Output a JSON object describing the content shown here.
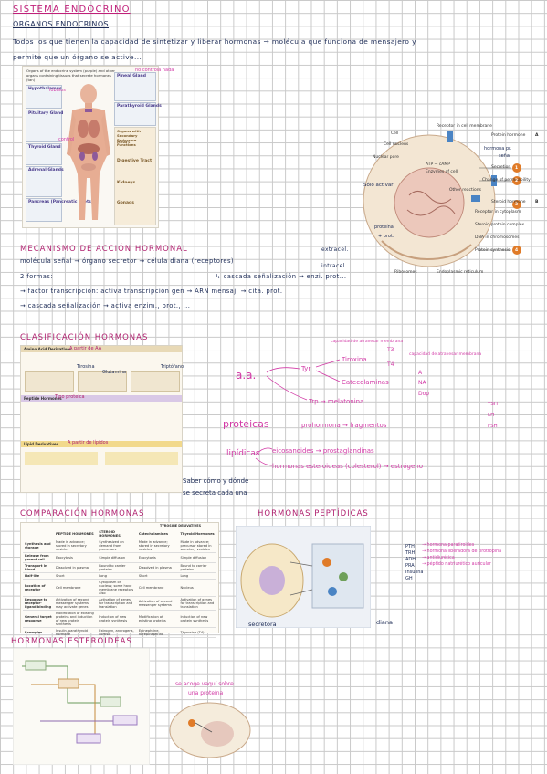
{
  "title": "SISTEMA ENDOCRINO",
  "subtitle": "ÓRGANOS ENDOCRINOS",
  "intro_line1": "Todos los que tienen la capacidad de sintetizar y liberar hormonas → molécula que funciona de mensajero y",
  "intro_line2": "permite que un órgano se active...",
  "fig1": {
    "caption": "Organs of the endocrine system (purple) and other organs containing tissues that secrete hormones (tan)",
    "right_boxes": [
      "Pineal Gland",
      "Parathyroid Glands",
      "Organs with Secondary Endocrine Functions",
      "Heart",
      "Digestive Tract",
      "Kidneys",
      "Gonads"
    ],
    "left_boxes": [
      "Hypothalamus",
      "Pituitary Gland",
      "Thyroid Gland",
      "Adrenal Glands",
      "Pancreas (Pancreatic Islets)"
    ],
    "notes": [
      "no controla nada",
      "lóbulos",
      "control"
    ]
  },
  "fig2": {
    "labels": [
      "Receptor in cell membrane",
      "Cell",
      "Cell nucleus",
      "Nuclear pore",
      "ATP → cAMP",
      "Enzymes of cell",
      "Other reactions",
      "Protein hormone",
      "Secretion",
      "Change of permeability",
      "Steroid hormone",
      "Receptor in cytoplasm",
      "Steroid-protein complex",
      "DNA in chromosomes",
      "Protein synthesis",
      "Ribosomes",
      "Endoplasmic reticulum"
    ],
    "markers": [
      "A",
      "B",
      "1",
      "2",
      "3",
      "4"
    ],
    "notes": [
      "hormona pr.",
      "señal",
      "Sólo activar",
      "proteína",
      "+ prot."
    ]
  },
  "mecanismo": {
    "heading": "MECANISMO DE ACCIÓN HORMONAL",
    "line1": "molécula señal → órgano secretor → célula diana (receptores)",
    "branch_top": "extracel.",
    "branch_bottom": "intracel.",
    "line2_left": "2 formas:",
    "line2_right": "↳ cascada señalización → enzi. prot...",
    "line3": "→ factor transcripción: activa transcripción gen → ARN mensaj. → cita. prot.",
    "line4": "→ cascada señalización → activa enzim., prot., ..."
  },
  "clasificacion": {
    "heading": "CLASIFICACIÓN HORMONAS",
    "boxes": [
      "Amino Acid Derivatives",
      "Peptide Hormones",
      "Lipid Derivatives"
    ],
    "notes": [
      "A partir de AA",
      "Tipo proteica",
      "A partir de lípidos",
      "Tirosina",
      "Glutamina",
      "Triptófano"
    ],
    "map": {
      "aa": "a.a.",
      "tyr": "Tyr",
      "trp": "Trp",
      "tiroxina": "Tiroxina",
      "t3": "T3",
      "t4": "T4",
      "catecolaminas": "Catecolaminas",
      "a": "A",
      "na": "NA",
      "dop": "Dop",
      "melatonina": "Trp → melatonina",
      "proteicas": "proteicas",
      "prohormona": "prohormona → fragmentos",
      "frag": [
        "TSH",
        "LH",
        "FSH"
      ],
      "lipidicas": "lipídicas",
      "eicosanoides": "eicosanoides → prostaglandinas",
      "esteroideas": "hormonas esteroideas (colesterol) → estrógeno",
      "top_note1": "capacidad de atravesar membrana",
      "top_note2": "capacidad de atravesar membrana",
      "saber1": "Saber cómo y dónde",
      "saber2": "se secreta cada una"
    }
  },
  "comparacion": {
    "heading": "COMPARACIÓN HORMONAS",
    "columns": [
      "",
      "PEPTIDE HORMONES",
      "STEROID HORMONES",
      "Catecholamines",
      "Thyroid Hormones"
    ],
    "rows": [
      [
        "Synthesis and storage",
        "Made in advance; stored in secretory vesicles",
        "Synthesized on demand from precursors",
        "Made in advance; stored in secretory vesicles",
        "Made in advance; precursor stored in secretory vesicles"
      ],
      [
        "Release from parent cell",
        "Exocytosis",
        "Simple diffusion",
        "Exocytosis",
        "Simple diffusion"
      ],
      [
        "Transport in blood",
        "Dissolved in plasma",
        "Bound to carrier proteins",
        "Dissolved in plasma",
        "Bound to carrier proteins"
      ],
      [
        "Half-life",
        "Short",
        "Long",
        "Short",
        "Long"
      ],
      [
        "Location of receptor",
        "Cell membrane",
        "Cytoplasm or nucleus; some have membrane receptors also",
        "Cell membrane",
        "Nucleus"
      ],
      [
        "Response to receptor-ligand binding",
        "Activation of second messenger systems; may activate genes",
        "Activation of genes for transcription and translation",
        "Activation of second messenger systems",
        "Activation of genes for transcription and translation"
      ],
      [
        "General target response",
        "Modification of existing proteins and induction of new protein synthesis",
        "Induction of new protein synthesis",
        "Modification of existing proteins",
        "Induction of new protein synthesis"
      ],
      [
        "Examples",
        "Insulin, parathyroid hormone",
        "Estrogen, androgens, cortisol",
        "Epinephrine, norepinephrine",
        "Thyroxine (T4)"
      ]
    ],
    "group_header": "TYROSINE DERIVATIVES"
  },
  "peptidicas": {
    "heading": "HORMONAS PEPTÍDICAS",
    "list": [
      "PTH",
      "TRH",
      "ADH",
      "PRA",
      "Insulina",
      "GH"
    ],
    "notes": [
      "→ hormona paratiroides",
      "→ hormona liberadora de tirotropina",
      "→ antidiurética",
      "→ péptido natriurético auricular"
    ],
    "annotations": [
      "secretora",
      "diana"
    ]
  },
  "esteroideas": {
    "heading": "HORMONAS ESTEROIDEAS",
    "note1": "se acoge vaquí sobre",
    "note2": "una proteína"
  },
  "colors": {
    "ink": "#1b2a55",
    "pink": "#d23aa6",
    "grid": "#c9c9c9",
    "heading": "#c0207a"
  }
}
